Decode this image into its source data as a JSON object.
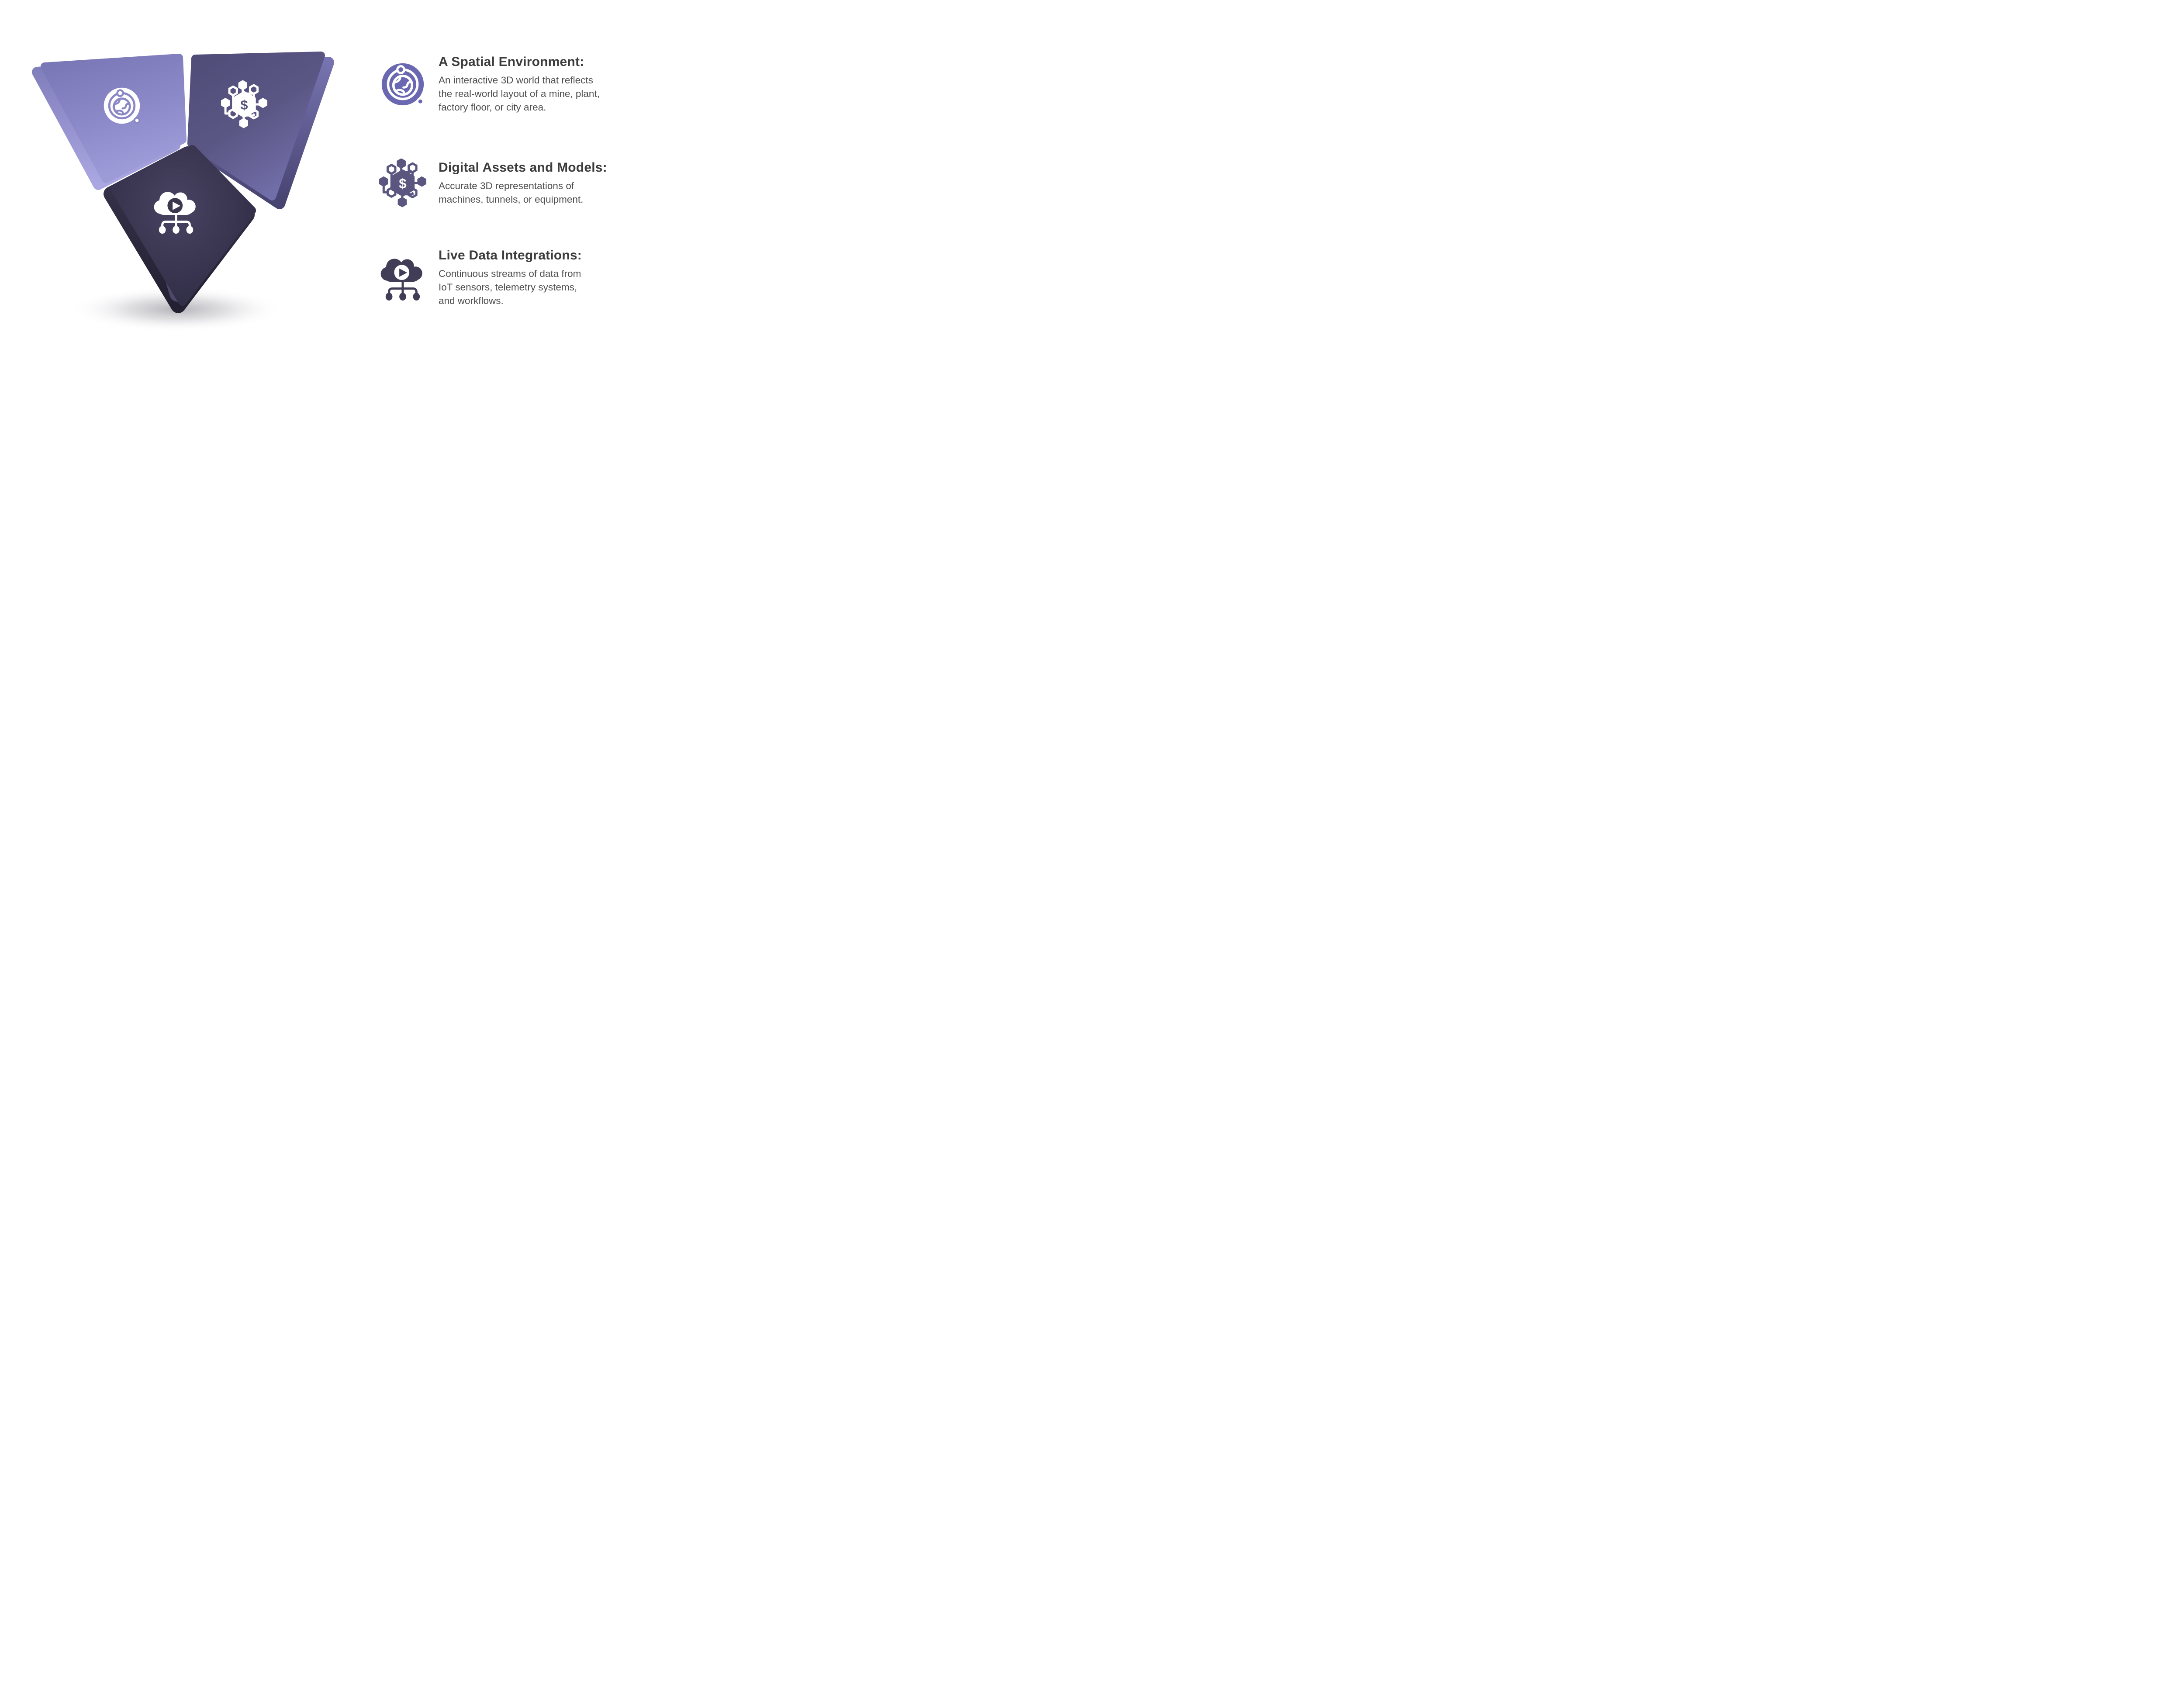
{
  "canvas": {
    "background": "#ffffff"
  },
  "emblem": {
    "icon_color_on_pieces": "#ffffff",
    "shadow_color": "#8f8f98",
    "pieces": [
      {
        "name": "spatial-environment-piece",
        "icon": "orbit-globe-icon",
        "face_color": "#8b88c7",
        "side_color": "#9d9ad8"
      },
      {
        "name": "digital-assets-piece",
        "icon": "hex-network-icon",
        "face_color": "#5b5785",
        "side_color": "#7673b0"
      },
      {
        "name": "live-data-piece",
        "icon": "cloud-play-icon",
        "face_color": "#3a3651",
        "side_color": "#2a2740"
      }
    ]
  },
  "glyphs": {
    "dollar": "$"
  },
  "text_colors": {
    "heading": "#3c3c3c",
    "body": "#4e4e4e"
  },
  "features": [
    {
      "icon": "orbit-globe-icon",
      "icon_color": "#6b68b2",
      "heading": "A Spatial Environment:",
      "body": "An interactive 3D world that reflects\nthe real-world layout of a mine, plant,\nfactory floor, or city area."
    },
    {
      "icon": "hex-network-icon",
      "icon_color": "#5a5680",
      "heading": "Digital Assets and Models:",
      "body": "Accurate 3D representations of\nmachines, tunnels, or equipment."
    },
    {
      "icon": "cloud-play-icon",
      "icon_color": "#413d57",
      "heading": "Live Data Integrations:",
      "body": "Continuous streams of data from\nIoT sensors, telemetry systems,\nand workflows."
    }
  ]
}
